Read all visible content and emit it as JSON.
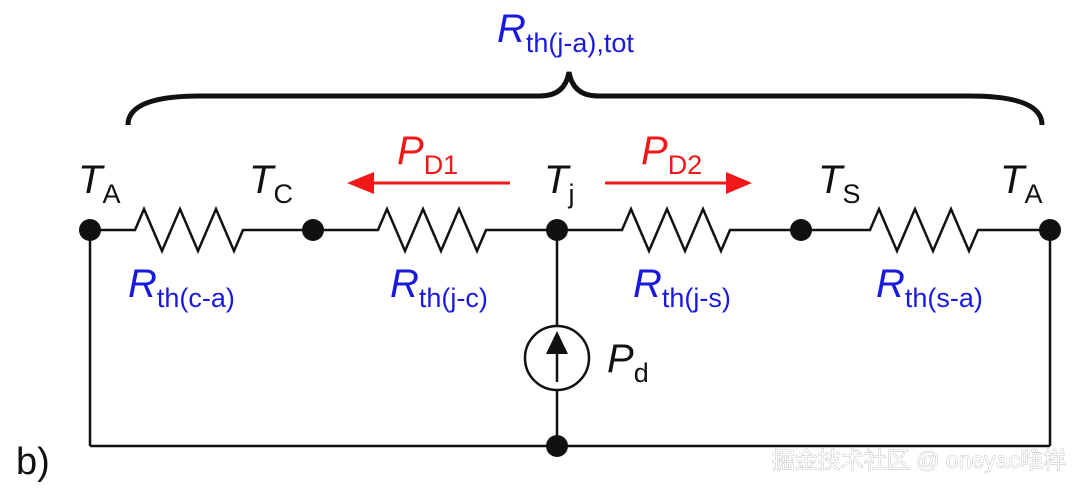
{
  "figure_label": "b)",
  "total": {
    "main": "R",
    "sub": "th(j-a),tot"
  },
  "nodes": {
    "ta_left": {
      "main": "T",
      "sub": "A"
    },
    "tc": {
      "main": "T",
      "sub": "C"
    },
    "tj": {
      "main": "T",
      "sub": "j"
    },
    "ts": {
      "main": "T",
      "sub": "S"
    },
    "ta_right": {
      "main": "T",
      "sub": "A"
    }
  },
  "resistors": {
    "r_ca": {
      "main": "R",
      "sub": "th(c-a)"
    },
    "r_jc": {
      "main": "R",
      "sub": "th(j-c)"
    },
    "r_js": {
      "main": "R",
      "sub": "th(j-s)"
    },
    "r_sa": {
      "main": "R",
      "sub": "th(s-a)"
    }
  },
  "flows": {
    "pd1": {
      "main": "P",
      "sub": "D1"
    },
    "pd2": {
      "main": "P",
      "sub": "D2"
    }
  },
  "source": {
    "main": "P",
    "sub": "d"
  },
  "watermark": "掘金技术社区 @ oneyac唯样",
  "colors": {
    "blue": "#1a1adf",
    "red": "#f01818",
    "black": "#111111"
  }
}
